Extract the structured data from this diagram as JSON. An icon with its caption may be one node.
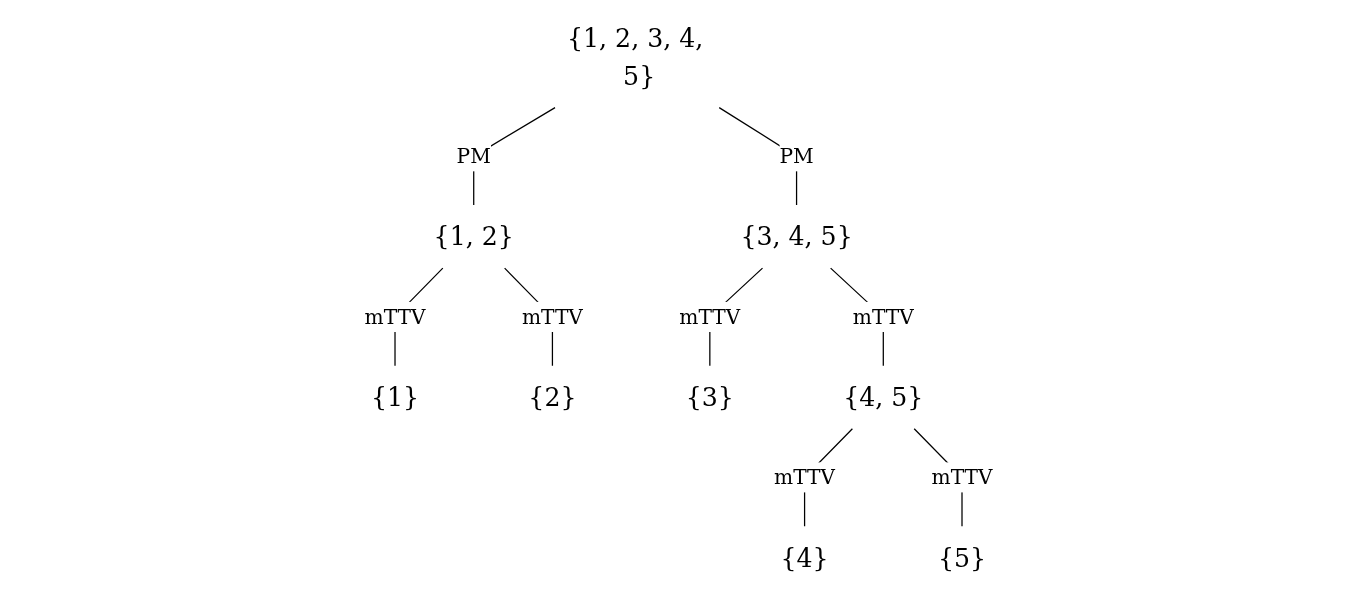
{
  "diagram": {
    "nodes": [
      {
        "text": [
          "{1, 2, 3, 4, 5}"
        ]
      },
      {
        "text": [
          "{1, 2}"
        ]
      },
      {
        "text": [
          "{3, 4, 5}"
        ]
      },
      {
        "text": [
          "{1}"
        ]
      },
      {
        "text": [
          "{2}"
        ]
      },
      {
        "text": [
          "{3}"
        ]
      },
      {
        "text": [
          "{4, 5}"
        ]
      },
      {
        "text": [
          "{4}"
        ]
      },
      {
        "text": [
          "{5}"
        ]
      }
    ],
    "edges": [
      {
        "from": 0,
        "to": 1,
        "arrow": "none",
        "label": "PM"
      },
      {
        "from": 0,
        "to": 2,
        "arrow": "none",
        "label": "PM"
      },
      {
        "from": 1,
        "to": 3,
        "arrow": "none",
        "label": "mTTV"
      },
      {
        "from": 1,
        "to": 4,
        "arrow": "none",
        "label": "mTTV"
      },
      {
        "from": 2,
        "to": 5,
        "arrow": "none",
        "label": "mTTV"
      },
      {
        "from": 2,
        "to": 6,
        "arrow": "none",
        "label": "mTTV"
      },
      {
        "from": 6,
        "to": 7,
        "arrow": "none",
        "label": "mTTV"
      },
      {
        "from": 6,
        "to": 8,
        "arrow": "none",
        "label": "mTTV"
      }
    ]
  }
}
